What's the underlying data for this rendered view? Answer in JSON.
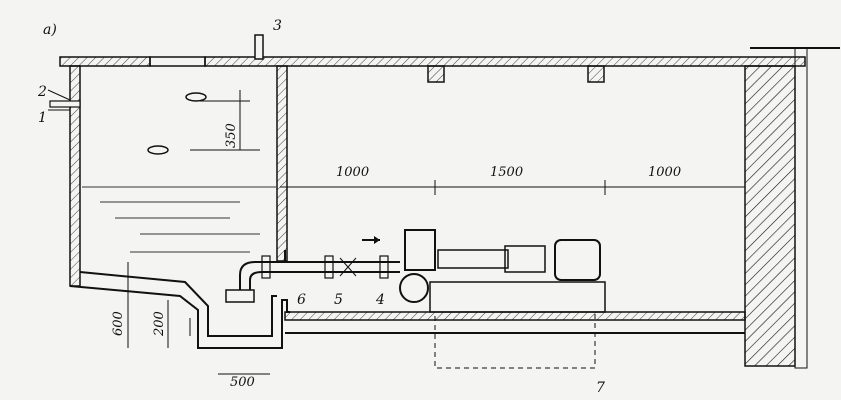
{
  "diagram": {
    "panel_label": "а)",
    "labels": {
      "n1": "1",
      "n2": "2",
      "n3": "3",
      "n4": "4",
      "n5": "5",
      "n6": "6",
      "n7": "7"
    },
    "dimensions": {
      "d350": "350",
      "d1000_a": "1000",
      "d1500": "1500",
      "d1000_b": "1000",
      "d600": "600",
      "d200": "200",
      "d500": "500"
    }
  }
}
